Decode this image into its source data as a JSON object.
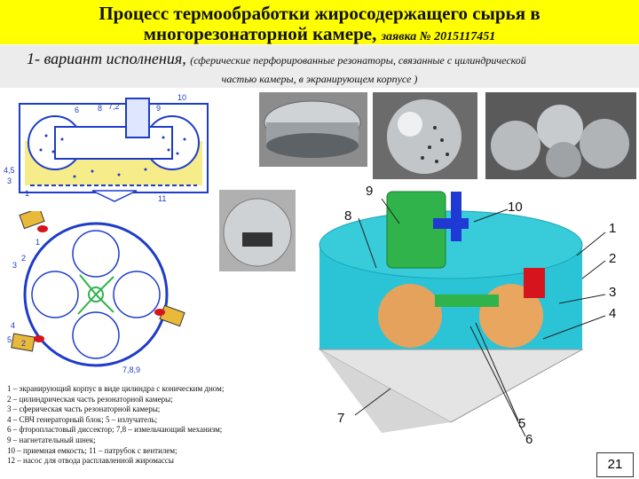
{
  "title": {
    "line1": "Процесс термообработки жиросодержащего сырья в",
    "line2_main": "многорезонаторной камере,",
    "line2_app": "заявка № 2015117451"
  },
  "subtitle": {
    "variant": "1- вариант исполнения,",
    "detail_part1": "(сферические перфорированные резонаторы, связанные с цилиндрической",
    "detail_part2": "частью камеры, в экранирующем корпусе )"
  },
  "schematic_top_labels": [
    "8",
    "7,2",
    "9",
    "10",
    "6",
    "4,5",
    "3",
    "1",
    "11"
  ],
  "schematic_plan_labels": [
    "1",
    "2",
    "3",
    "4",
    "5",
    "2",
    "7,8,9"
  ],
  "model_labels": [
    "9",
    "10",
    "8",
    "1",
    "2",
    "3",
    "4",
    "7",
    "5",
    "6"
  ],
  "legend": [
    "1 – экранирующий корпус в виде цилиндра с коническим дном;",
    " 2 – цилиндрическая часть резонаторной камеры;",
    " 3 – сферическая часть резонаторной камеры;",
    " 4 – СВЧ генераторный блок; 5 – излучатель;",
    "6 – фторопластовый диссектор; 7,8 – измельчающий механизм;",
    " 9 – нагнетательный шнек;",
    "10 – приемная емкость; 11 – патрубок с вентилем;",
    "12 – насос для отвода расплавленной жиромассы"
  ],
  "page_number": "21",
  "colors": {
    "title_bg": "#ffff00",
    "subtitle_bg": "#ececec",
    "scheme_blue": "#1e3cc8",
    "model_cyan": "#29c4d6",
    "model_green": "#2fb34a",
    "accent_red": "#d6141e"
  }
}
